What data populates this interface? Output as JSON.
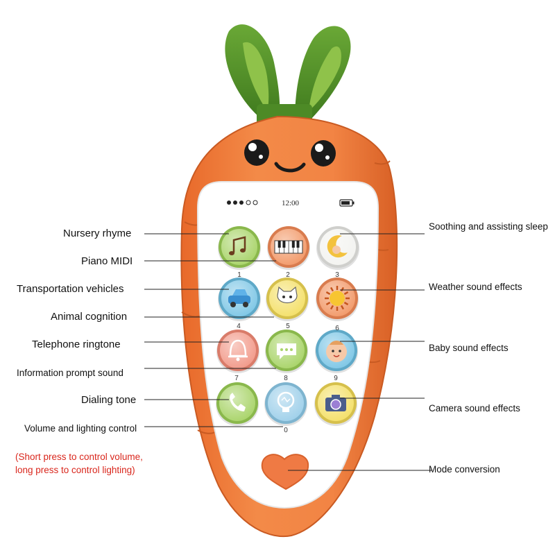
{
  "labels_left": [
    "Nursery rhyme",
    "Piano MIDI",
    "Transportation vehicles",
    "Animal cognition",
    "Telephone ringtone",
    "Information prompt sound",
    "Dialing tone",
    "Volume and lighting control"
  ],
  "labels_right": [
    "Soothing and assisting sleep",
    "Weather sound effects",
    "Baby sound effects",
    "Camera sound effects",
    "Mode conversion"
  ],
  "note_red": "(Short press to control volume, long press to control lighting)",
  "screen": {
    "time": "12:00"
  },
  "keys": [
    {
      "num": "1",
      "icon": "music-notes-icon"
    },
    {
      "num": "2",
      "icon": "piano-keys-icon"
    },
    {
      "num": "3",
      "icon": "moon-icon"
    },
    {
      "num": "4",
      "icon": "car-icon"
    },
    {
      "num": "5",
      "icon": "cat-icon"
    },
    {
      "num": "6",
      "icon": "sun-icon"
    },
    {
      "num": "7",
      "icon": "bell-icon"
    },
    {
      "num": "8",
      "icon": "chat-bubble-icon"
    },
    {
      "num": "9",
      "icon": "baby-face-icon"
    },
    {
      "num": "",
      "icon": "phone-handset-icon"
    },
    {
      "num": "0",
      "icon": "lightbulb-icon"
    },
    {
      "num": "",
      "icon": "camera-icon"
    }
  ],
  "colors": {
    "carrot": "#f07f3c",
    "carrot_dark": "#dc6a2a",
    "leaf": "#5c9a2e",
    "leaf_light": "#a8cf5c",
    "heart": "#f07a45"
  }
}
